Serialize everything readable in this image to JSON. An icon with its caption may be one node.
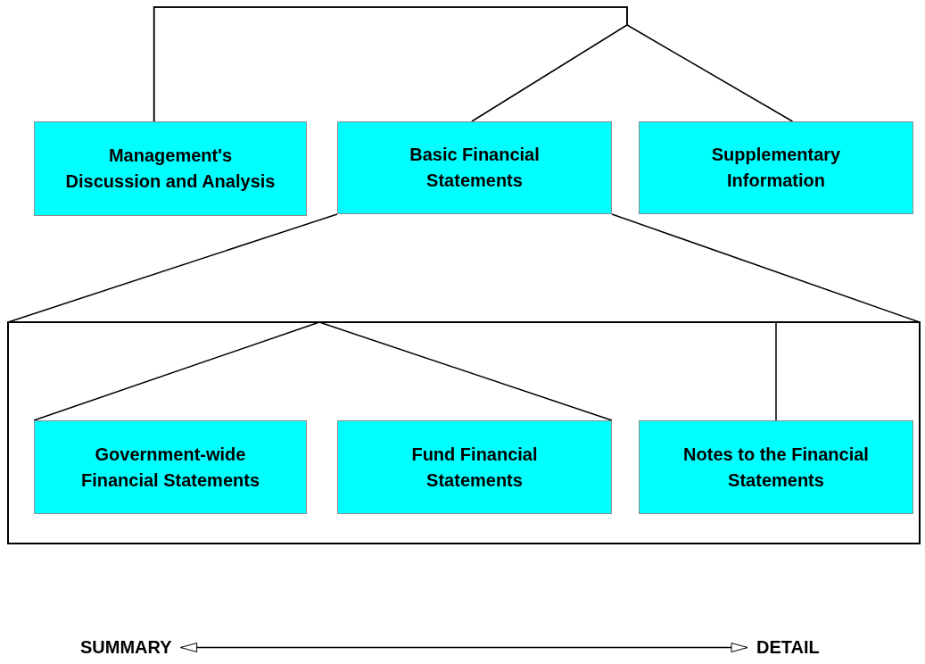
{
  "diagram": {
    "nodes": [
      {
        "text": [
          "Management's Discussion and Analysis"
        ]
      },
      {
        "text": [
          "Basic Financial Statements"
        ]
      },
      {
        "text": [
          "Supplementary Information"
        ]
      },
      {
        "text": [],
        "shape": "box"
      },
      {
        "text": [
          "Government-wide Financial Statements"
        ],
        "in": 3
      },
      {
        "text": [
          "Fund Financial Statements"
        ],
        "in": 3
      },
      {
        "text": [
          "Notes to the Financial Statements"
        ],
        "in": 3
      },
      {
        "text": [
          "SUMMARY"
        ]
      },
      {
        "text": [
          "DETAIL"
        ]
      }
    ],
    "edges": [
      {
        "from": 0,
        "to": 1,
        "arrow": "none"
      },
      {
        "from": 0,
        "to": 2,
        "arrow": "none"
      },
      {
        "from": 1,
        "to": 3,
        "arrow": "none"
      },
      {
        "from": 1,
        "to": 3,
        "arrow": "none"
      },
      {
        "from": 3,
        "to": 4,
        "arrow": "none"
      },
      {
        "from": 3,
        "to": 5,
        "arrow": "none"
      },
      {
        "from": 3,
        "to": 6,
        "arrow": "none"
      },
      {
        "from": 7,
        "to": 8,
        "arrow": "both"
      }
    ]
  }
}
